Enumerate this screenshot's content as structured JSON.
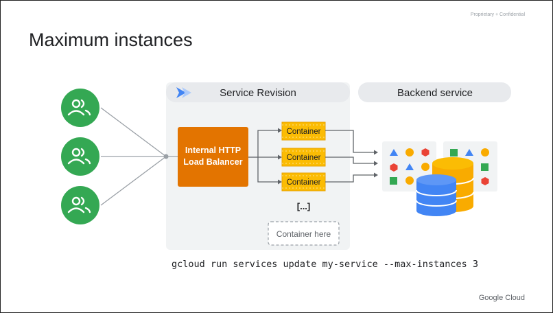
{
  "slide": {
    "proprietary_label": "Proprietary + Confidential",
    "title": "Maximum instances",
    "footer_brand": "Google Cloud"
  },
  "diagram": {
    "users": [
      {
        "icon": "group-icon"
      },
      {
        "icon": "group-icon"
      },
      {
        "icon": "group-icon"
      }
    ],
    "service_revision_label": "Service Revision",
    "backend_service_label": "Backend service",
    "load_balancer_label_line1": "Internal HTTP",
    "load_balancer_label_line2": "Load Balancer",
    "containers": [
      "Container",
      "Container",
      "Container"
    ],
    "ellipsis": "[...]",
    "placeholder_container": "Container here",
    "colors": {
      "user_green": "#34a853",
      "load_balancer_orange": "#e37400",
      "container_yellow": "#fbbc04",
      "database_blue": "#4285f4",
      "database_yellow": "#f9ab00",
      "panel_gray": "#f1f3f4",
      "header_gray": "#e8eaed"
    }
  },
  "command": "gcloud run services update my-service --max-instances 3"
}
